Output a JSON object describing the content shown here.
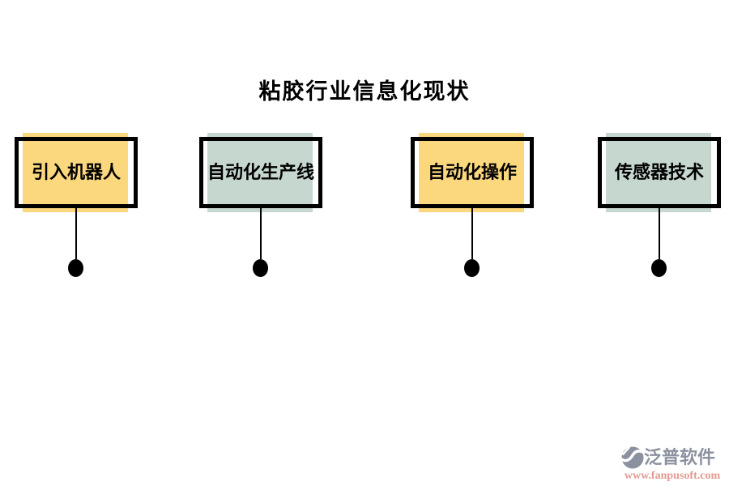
{
  "title": "粘胶行业信息化现状",
  "nodes": [
    {
      "label": "引入机器人",
      "fill": "#FBD77E"
    },
    {
      "label": "自动化生产线",
      "fill": "#C6D7CF"
    },
    {
      "label": "自动化操作",
      "fill": "#FBD77E"
    },
    {
      "label": "传感器技术",
      "fill": "#C6D7CF"
    }
  ],
  "connector": {
    "color": "#000000"
  },
  "colors": {
    "node_border": "#000000",
    "background": "#FFFFFF",
    "yellow_fill": "#FBD77E",
    "green_fill": "#C6D7CF"
  },
  "watermark": {
    "brand": "泛普软件",
    "url": "www.fanpusoft.com",
    "brand_color": "#8B919E",
    "url_color": "#E29A90"
  }
}
